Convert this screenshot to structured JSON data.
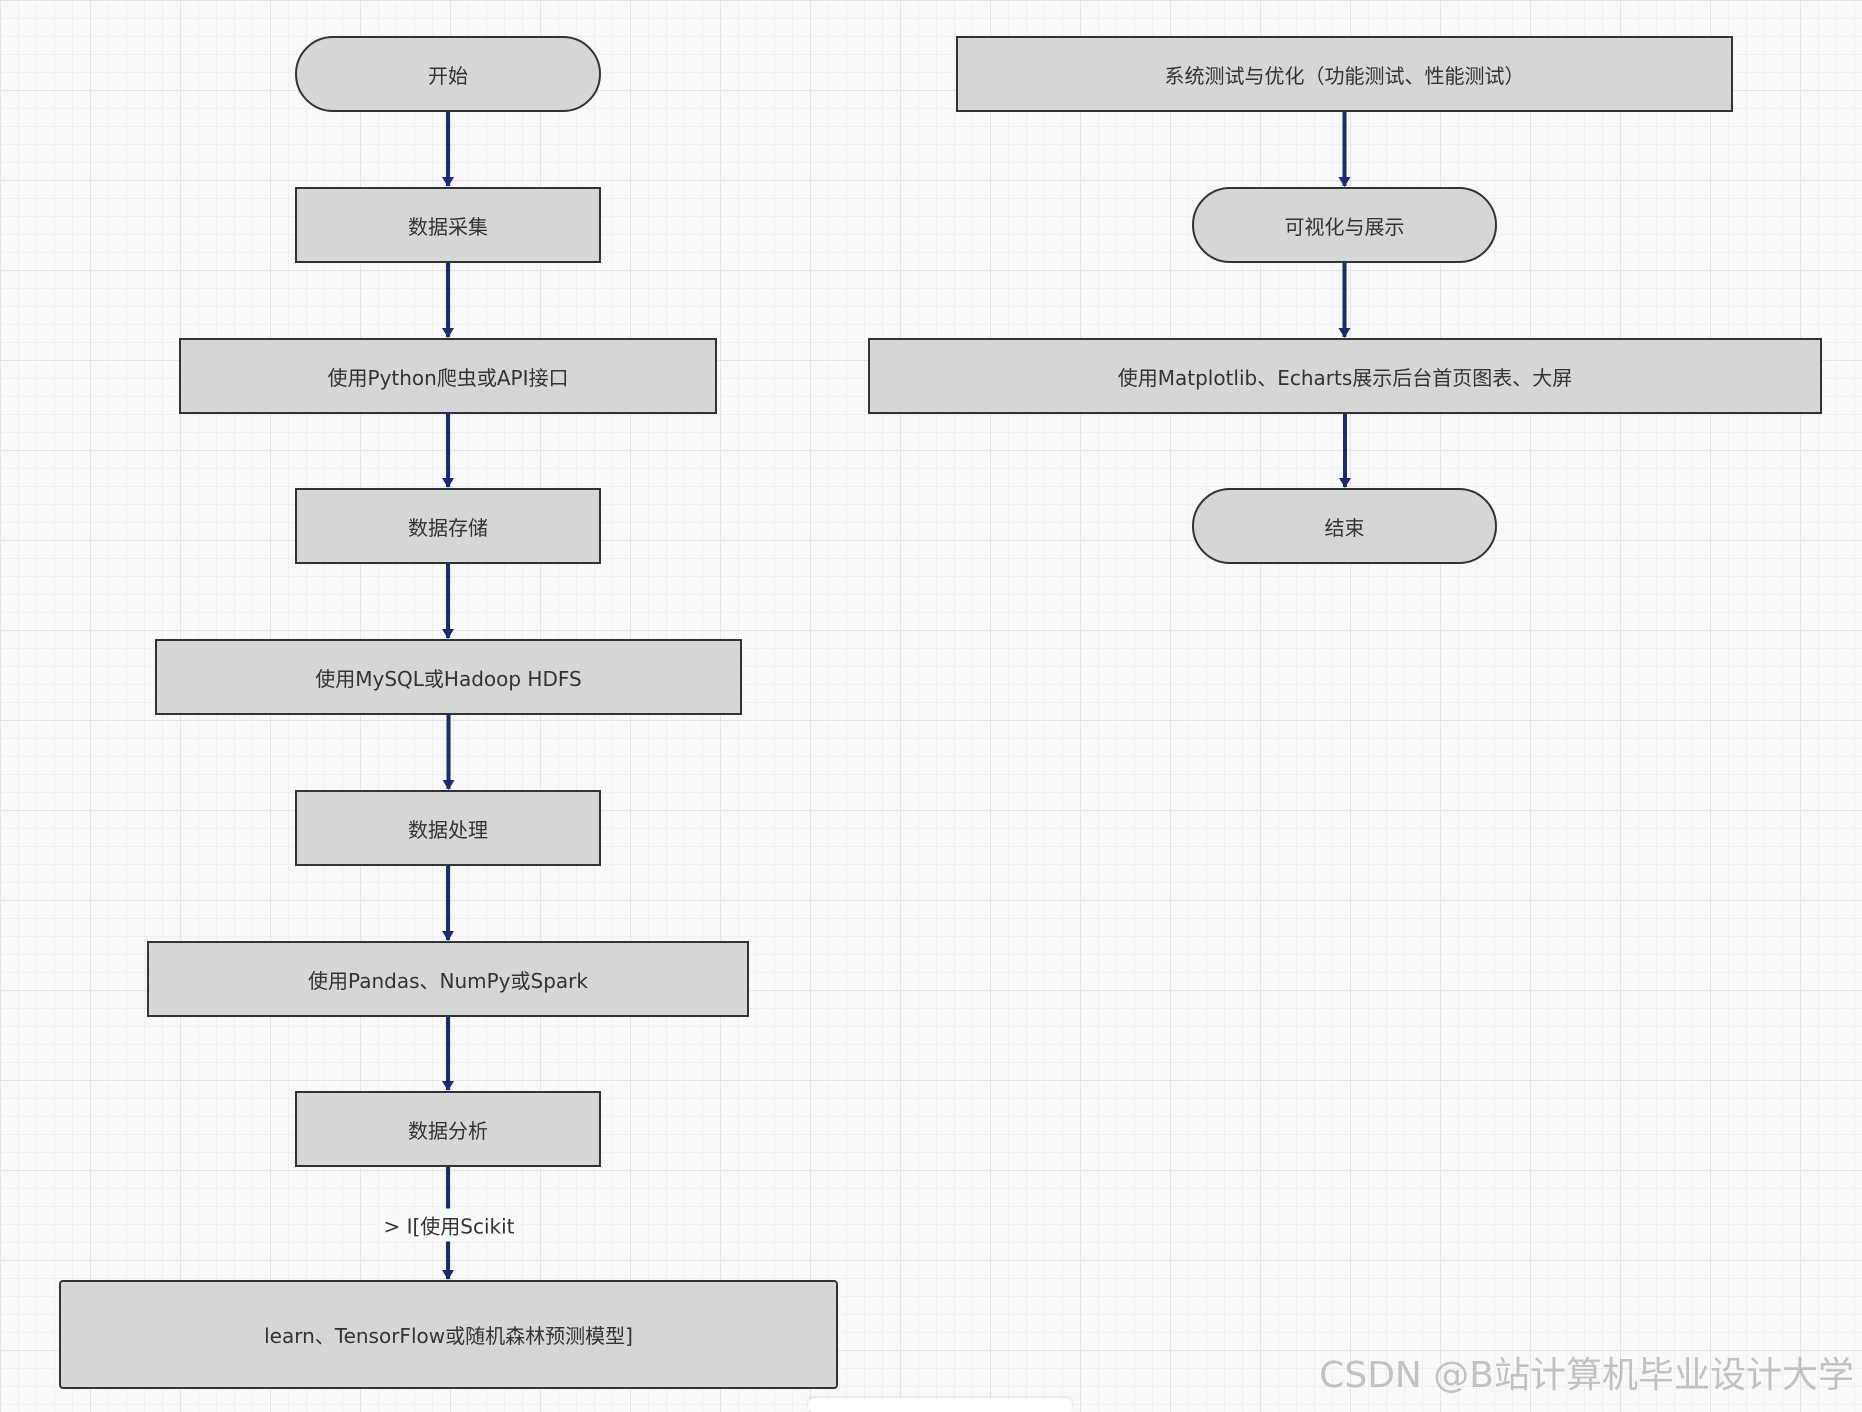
{
  "diagram": {
    "type": "flowchart",
    "nodes": [
      {
        "id": "start",
        "label": "开始",
        "shape": "terminal"
      },
      {
        "id": "collect",
        "label": "数据采集",
        "shape": "process"
      },
      {
        "id": "collect_tool",
        "label": "使用Python爬虫或API接口",
        "shape": "process"
      },
      {
        "id": "store",
        "label": "数据存储",
        "shape": "process"
      },
      {
        "id": "store_tool",
        "label": "使用MySQL或Hadoop HDFS",
        "shape": "process"
      },
      {
        "id": "process",
        "label": "数据处理",
        "shape": "process"
      },
      {
        "id": "process_tool",
        "label": "使用Pandas、NumPy或Spark",
        "shape": "process"
      },
      {
        "id": "analyze",
        "label": "数据分析",
        "shape": "process"
      },
      {
        "id": "model",
        "label": "learn、TensorFlow或随机森林预测模型]",
        "shape": "process"
      },
      {
        "id": "test",
        "label": "系统测试与优化（功能测试、性能测试）",
        "shape": "process"
      },
      {
        "id": "visual",
        "label": "可视化与展示",
        "shape": "terminal"
      },
      {
        "id": "visual_tool",
        "label": "使用Matplotlib、Echarts展示后台首页图表、大屏",
        "shape": "process"
      },
      {
        "id": "end",
        "label": "结束",
        "shape": "terminal"
      }
    ],
    "edges": [
      {
        "from": "start",
        "to": "collect",
        "label": ""
      },
      {
        "from": "collect",
        "to": "collect_tool",
        "label": ""
      },
      {
        "from": "collect_tool",
        "to": "store",
        "label": ""
      },
      {
        "from": "store",
        "to": "store_tool",
        "label": ""
      },
      {
        "from": "store_tool",
        "to": "process",
        "label": ""
      },
      {
        "from": "process",
        "to": "process_tool",
        "label": ""
      },
      {
        "from": "process_tool",
        "to": "analyze",
        "label": ""
      },
      {
        "from": "analyze",
        "to": "model",
        "label": "> I[使用Scikit"
      },
      {
        "from": "test",
        "to": "visual",
        "label": ""
      },
      {
        "from": "visual",
        "to": "visual_tool",
        "label": ""
      },
      {
        "from": "visual_tool",
        "to": "end",
        "label": ""
      }
    ],
    "colors": {
      "node_fill": "#d6d6d6",
      "node_border": "#333333",
      "arrow": "#1c2b6b",
      "text": "#333333"
    }
  },
  "watermark": "CSDN @B站计算机毕业设计大学"
}
